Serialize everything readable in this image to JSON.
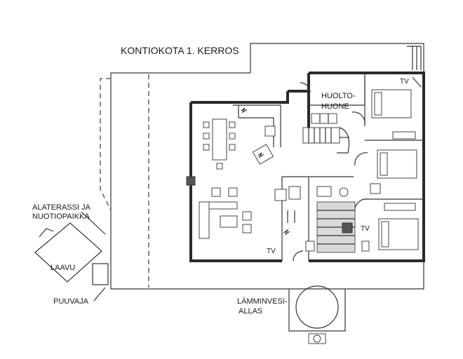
{
  "title": "KONTIOKOTA 1. KERROS",
  "labels": {
    "utility_room_line1": "HUOLTO-",
    "utility_room_line2": "HUONE",
    "terrace_line1": "ALATERASSI JA",
    "terrace_line2": "NUOTIOPAIKKA",
    "laavu": "LAAVU",
    "woodshed": "PUUVAJA",
    "hot_tub_line1": "LÄMMINVESI-",
    "hot_tub_line2": "ALLAS",
    "tv_bedroom_top": "TV",
    "tv_sauna": "TV",
    "tv_living": "TV"
  }
}
